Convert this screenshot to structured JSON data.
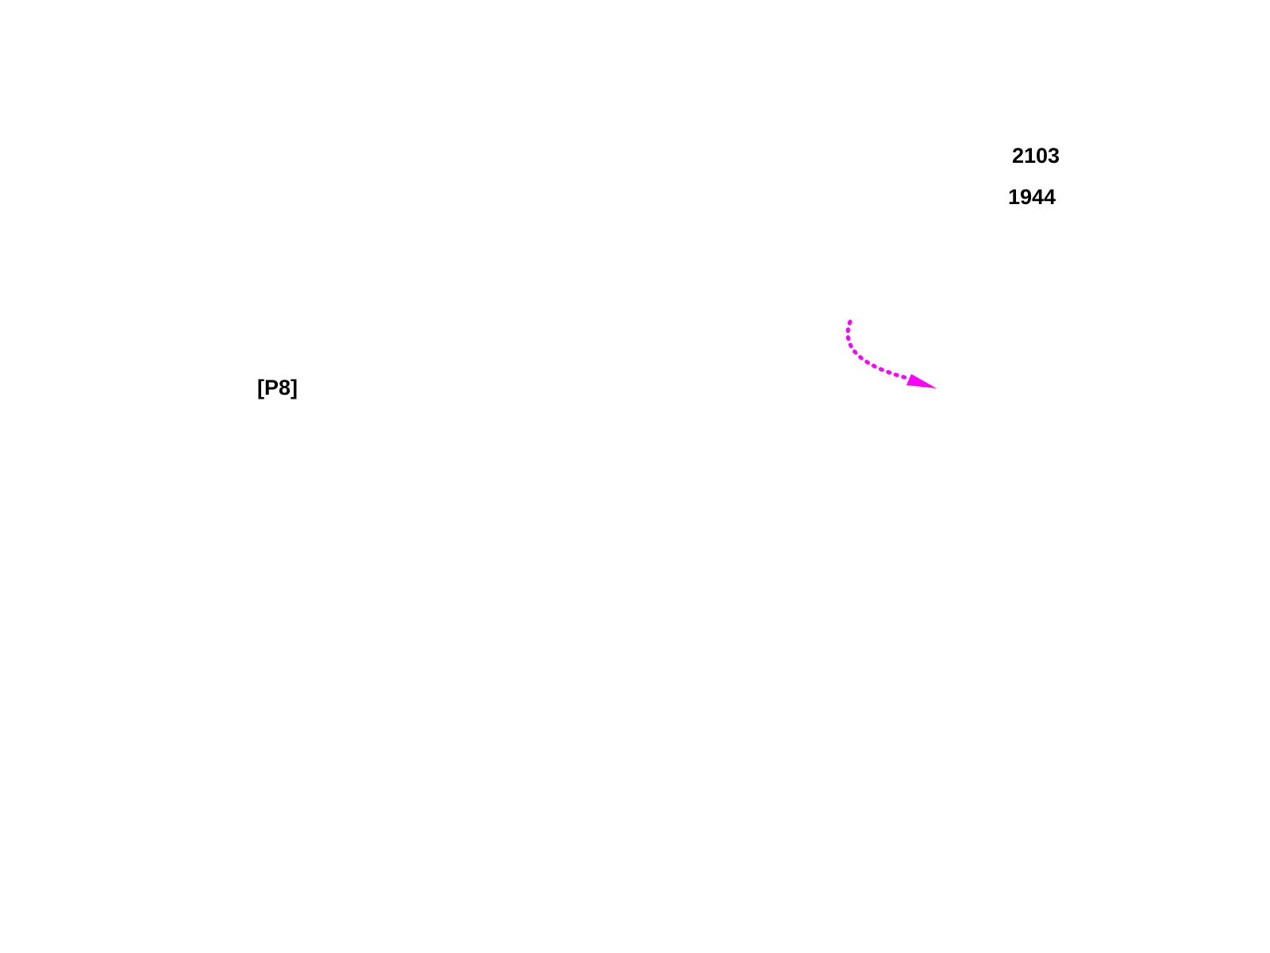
{
  "labels": {
    "top_number": "2103",
    "second_number": "1944",
    "tag": "[P8]"
  },
  "arrow": {
    "style": "dotted",
    "color": "#ff00ff"
  }
}
